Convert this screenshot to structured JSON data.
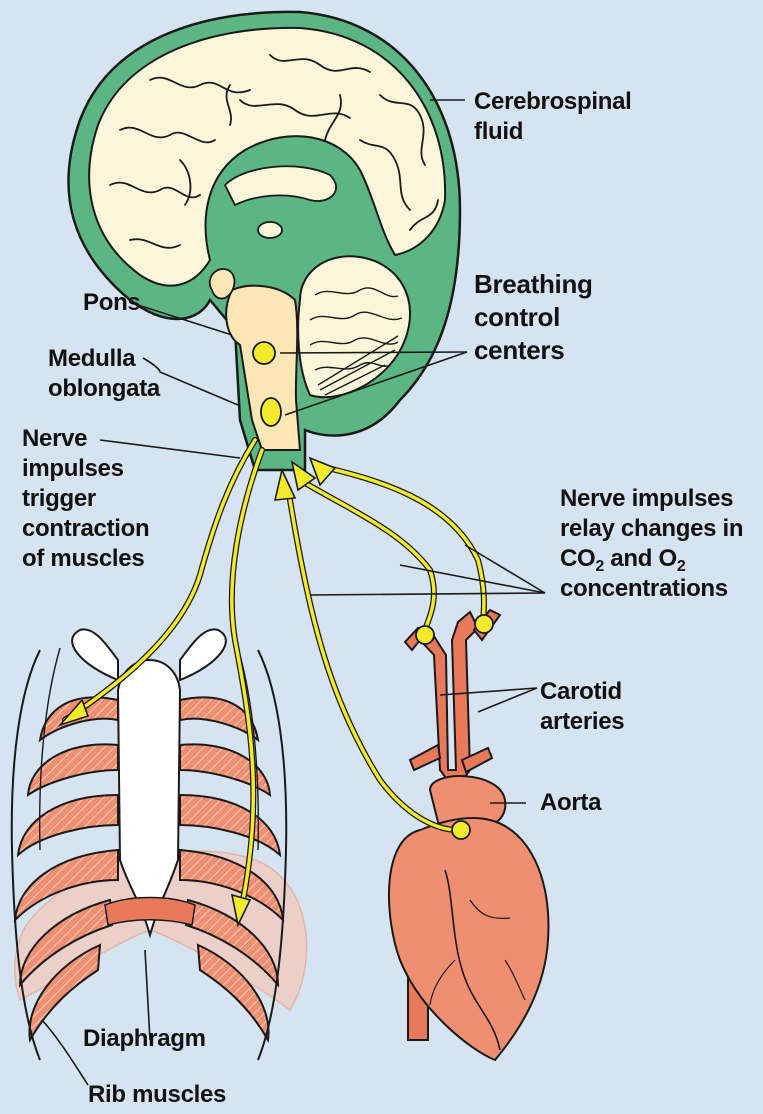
{
  "labels": {
    "csf": [
      "Cerebrospinal",
      "fluid"
    ],
    "breathing": [
      "Breathing",
      "control",
      "centers"
    ],
    "pons": "Pons",
    "medulla": [
      "Medulla",
      "oblongata"
    ],
    "nerve_left": [
      "Nerve",
      "impulses",
      "trigger",
      "contraction",
      "of muscles"
    ],
    "nerve_right": {
      "line1": "Nerve impulses",
      "line2": "relay changes in",
      "line3_a": "CO",
      "line3_sub1": "2",
      "line3_b": " and O",
      "line3_sub2": "2",
      "line4": "concentrations"
    },
    "carotid": [
      "Carotid",
      "arteries"
    ],
    "aorta": "Aorta",
    "diaphragm": "Diaphragm",
    "rib_muscles": "Rib muscles"
  },
  "colors": {
    "background": "#d6e3f0",
    "csf_green": "#5cb684",
    "brain_cream": "#fbf6d9",
    "brainstem": "#fbe6b6",
    "nerve_yellow": "#f2ea2c",
    "muscle": "#ef8e70",
    "artery": "#e8795a",
    "outline": "#1a1a1a"
  }
}
